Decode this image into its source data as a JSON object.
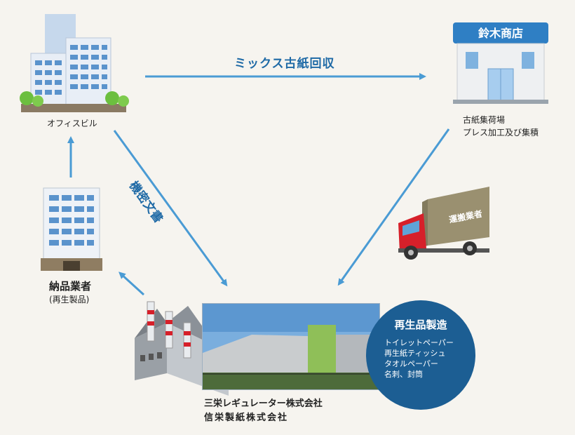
{
  "nodes": {
    "office": {
      "label": "オフィスビル"
    },
    "shop": {
      "sign": "鈴木商店",
      "caption1": "古紙集荷場",
      "caption2": "プレス加工及び集積"
    },
    "vendor": {
      "label1": "納品業者",
      "label2": "(再生製品)"
    },
    "factory": {
      "name1": "三栄レギュレーター株式会社",
      "name2": "信栄製紙株式会社"
    },
    "truck": {
      "label": "運搬業者"
    }
  },
  "arrows": {
    "mixed": "ミックス古紙回収",
    "confidential": "機密文書"
  },
  "bubble": {
    "title": "再生品製造",
    "items": [
      "トイレットペーパー",
      "再生紙ティッシュ",
      "タオルペーパー",
      "名刺、封筒"
    ]
  },
  "colors": {
    "arrow": "#4a9bd4",
    "arrow_text": "#1f6aa6",
    "bubble": "#1c5e93",
    "background": "#f6f4ef"
  }
}
